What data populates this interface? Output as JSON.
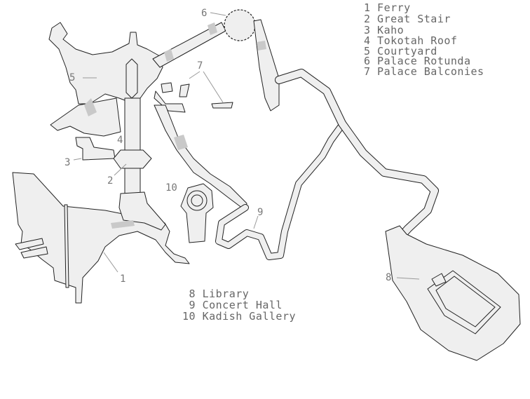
{
  "legend_top": [
    "1 Ferry",
    "2 Great Stair",
    "3 Kaho",
    "4 Tokotah Roof",
    "5 Courtyard",
    "6 Palace Rotunda",
    "7 Palace Balconies"
  ],
  "legend_bottom": [
    " 8 Library",
    " 9 Concert Hall",
    "10 Kadish Gallery"
  ],
  "callouts": {
    "c1": "1",
    "c2": "2",
    "c3": "3",
    "c4": "4",
    "c5": "5",
    "c6": "6",
    "c7": "7",
    "c8": "8",
    "c9": "9",
    "c10": "10"
  }
}
